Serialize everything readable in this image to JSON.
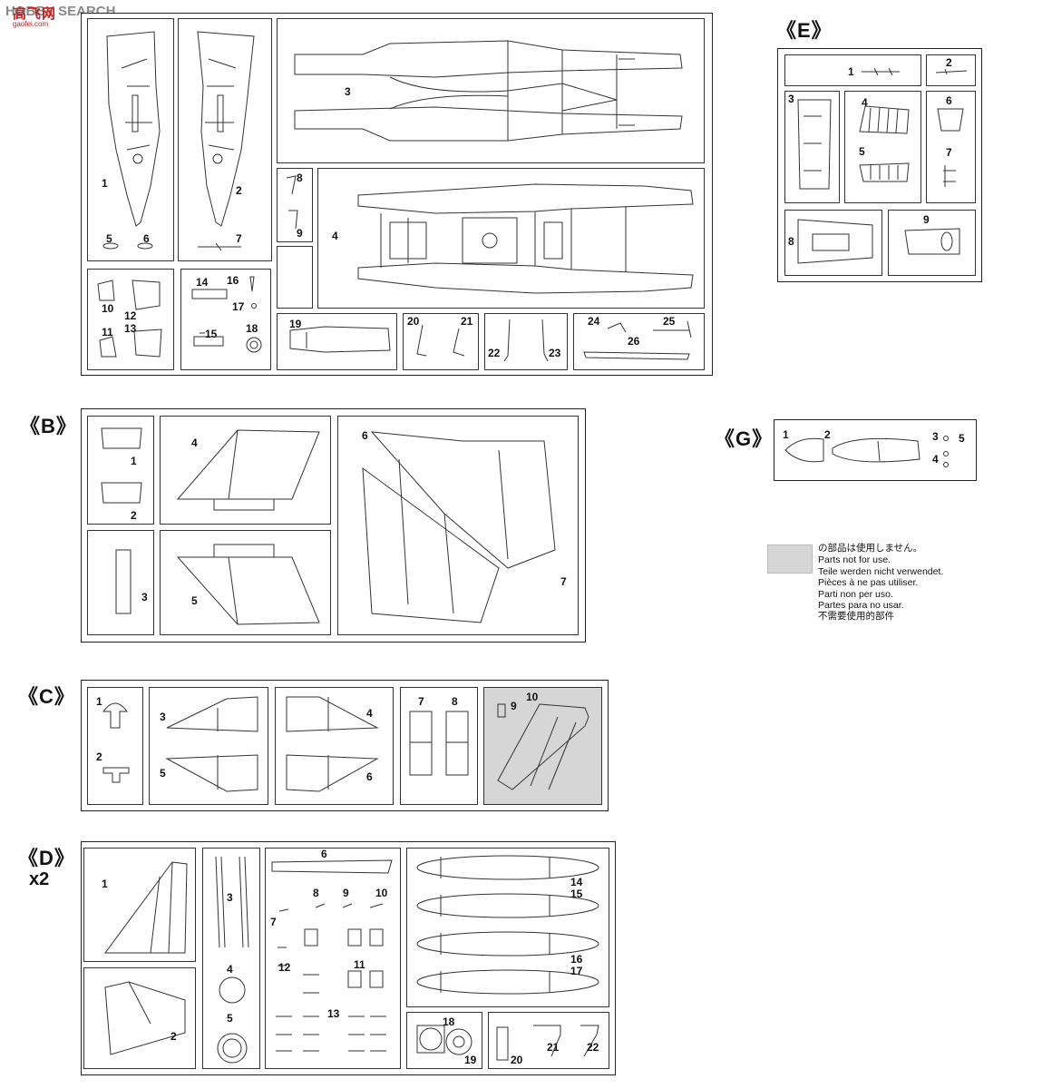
{
  "watermark": {
    "brand": "HOBBY SEARCH",
    "cjk": "高飞网",
    "site": "gaofei.com"
  },
  "sections": {
    "A": {
      "parts": [
        "1",
        "2",
        "3",
        "4",
        "5",
        "6",
        "7",
        "8",
        "9",
        "10",
        "11",
        "12",
        "13",
        "14",
        "15",
        "16",
        "17",
        "18",
        "19",
        "20",
        "21",
        "22",
        "23",
        "24",
        "25",
        "26"
      ]
    },
    "B": {
      "label": "《B》",
      "parts": [
        "1",
        "2",
        "3",
        "4",
        "5",
        "6",
        "7"
      ]
    },
    "C": {
      "label": "《C》",
      "parts": [
        "1",
        "2",
        "3",
        "4",
        "5",
        "6",
        "7",
        "8",
        "9",
        "10"
      ]
    },
    "D": {
      "label": "《D》",
      "qty": "x2",
      "parts": [
        "1",
        "2",
        "3",
        "4",
        "5",
        "6",
        "7",
        "8",
        "9",
        "10",
        "11",
        "12",
        "13",
        "14",
        "15",
        "16",
        "17",
        "18",
        "19",
        "20",
        "21",
        "22"
      ]
    },
    "E": {
      "label": "《E》",
      "parts": [
        "1",
        "2",
        "3",
        "4",
        "5",
        "6",
        "7",
        "8",
        "9"
      ]
    },
    "G": {
      "label": "《G》",
      "parts": [
        "1",
        "2",
        "3",
        "4",
        "5"
      ]
    }
  },
  "legend": {
    "swatch_color": "#d6d6d6",
    "lines": [
      "の部品は使用しません。",
      "Parts not for use.",
      "Teile werden nicht verwendet.",
      "Pièces à ne pas utiliser.",
      "Parti non per uso.",
      "Partes para no usar.",
      "不需要使用的部件"
    ]
  }
}
